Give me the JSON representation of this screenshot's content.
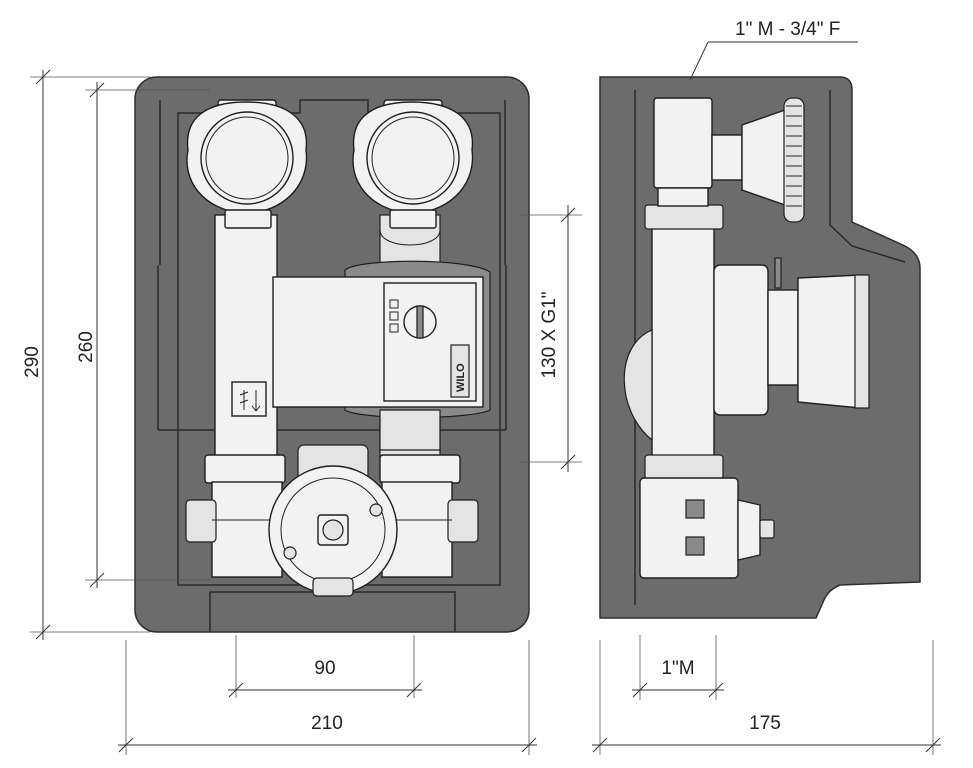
{
  "dimensions": {
    "overall_height": "290",
    "inner_height": "260",
    "pump_length": "130 X G1\"",
    "pipe_spacing": "90",
    "width": "210",
    "connection": "1\" M - 3/4\" F",
    "side_connection": "1\"M",
    "depth": "175"
  },
  "labels": {
    "pump_brand": "WILO"
  },
  "colors": {
    "insulation_shell": "#6c6c6c",
    "metal_parts": "#f2f2f2",
    "lines": "#222222"
  }
}
